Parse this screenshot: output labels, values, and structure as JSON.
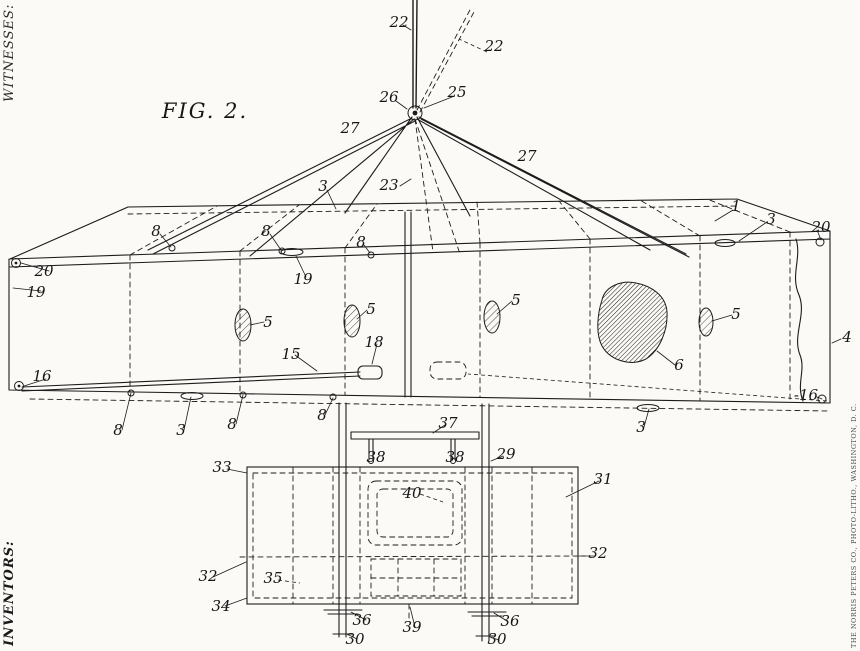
{
  "figure": {
    "title": "FIG. 2."
  },
  "margins": {
    "witnesses": "WITNESSES:",
    "inventors": "INVENTORS:",
    "litho": "THE NORRIS PETERS CO., PHOTO-LITHO., WASHINGTON, D. C."
  },
  "parts": {
    "n1": "1",
    "n3": "3",
    "n4": "4",
    "n5": "5",
    "n6": "6",
    "n8": "8",
    "n15": "15",
    "n16": "16",
    "n16d": "-16",
    "n18": "18",
    "n19": "19",
    "n20": "20",
    "n22": "22",
    "n23": "23",
    "n25": "25",
    "n26": "26",
    "n27": "27",
    "n29": "29",
    "n30": "30",
    "n31": "31",
    "n32": "32",
    "n33": "33",
    "n34": "34",
    "n35": "35",
    "n36": "36",
    "n37": "37",
    "n38": "38",
    "n39": "39",
    "n40": "40"
  },
  "colors": {
    "paper": "#fbfaf7",
    "ink": "#1c1c1c"
  }
}
